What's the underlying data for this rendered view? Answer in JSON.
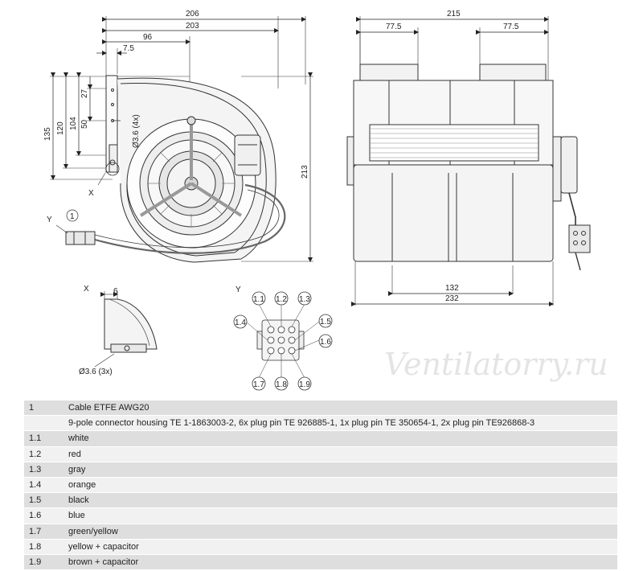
{
  "dimensions_side": {
    "d206": "206",
    "d203": "203",
    "d96": "96",
    "d7_5": "7.5",
    "d135": "135",
    "d120": "120",
    "d104": "104",
    "d50": "50",
    "d27": "27",
    "d213": "213",
    "hole": "Ø3.6 (4x)"
  },
  "dimensions_front": {
    "d215": "215",
    "d77_5_left": "77.5",
    "d77_5_right": "77.5",
    "d132": "132",
    "d232": "232"
  },
  "detail_x": {
    "title": "X",
    "d6": "6",
    "hole": "Ø3.6 (3x)"
  },
  "detail_y": {
    "title": "Y",
    "pins": [
      "1.1",
      "1.2",
      "1.3",
      "1.4",
      "1.5",
      "1.6",
      "1.7",
      "1.8",
      "1.9"
    ]
  },
  "callouts": {
    "x": "X",
    "y": "Y",
    "one": "1"
  },
  "watermark": "Ventilatorry.ru",
  "legend": [
    {
      "num": "1",
      "desc": "Cable ETFE AWG20"
    },
    {
      "num": "",
      "desc": "9-pole connector housing TE 1-1863003-2, 6x plug pin TE 926885-1, 1x plug pin TE 350654-1, 2x plug pin TE926868-3"
    },
    {
      "num": "1.1",
      "desc": "white"
    },
    {
      "num": "1.2",
      "desc": "red"
    },
    {
      "num": "1.3",
      "desc": "gray"
    },
    {
      "num": "1.4",
      "desc": "orange"
    },
    {
      "num": "1.5",
      "desc": "black"
    },
    {
      "num": "1.6",
      "desc": "blue"
    },
    {
      "num": "1.7",
      "desc": "green/yellow"
    },
    {
      "num": "1.8",
      "desc": "yellow + capacitor"
    },
    {
      "num": "1.9",
      "desc": "brown + capacitor"
    }
  ]
}
